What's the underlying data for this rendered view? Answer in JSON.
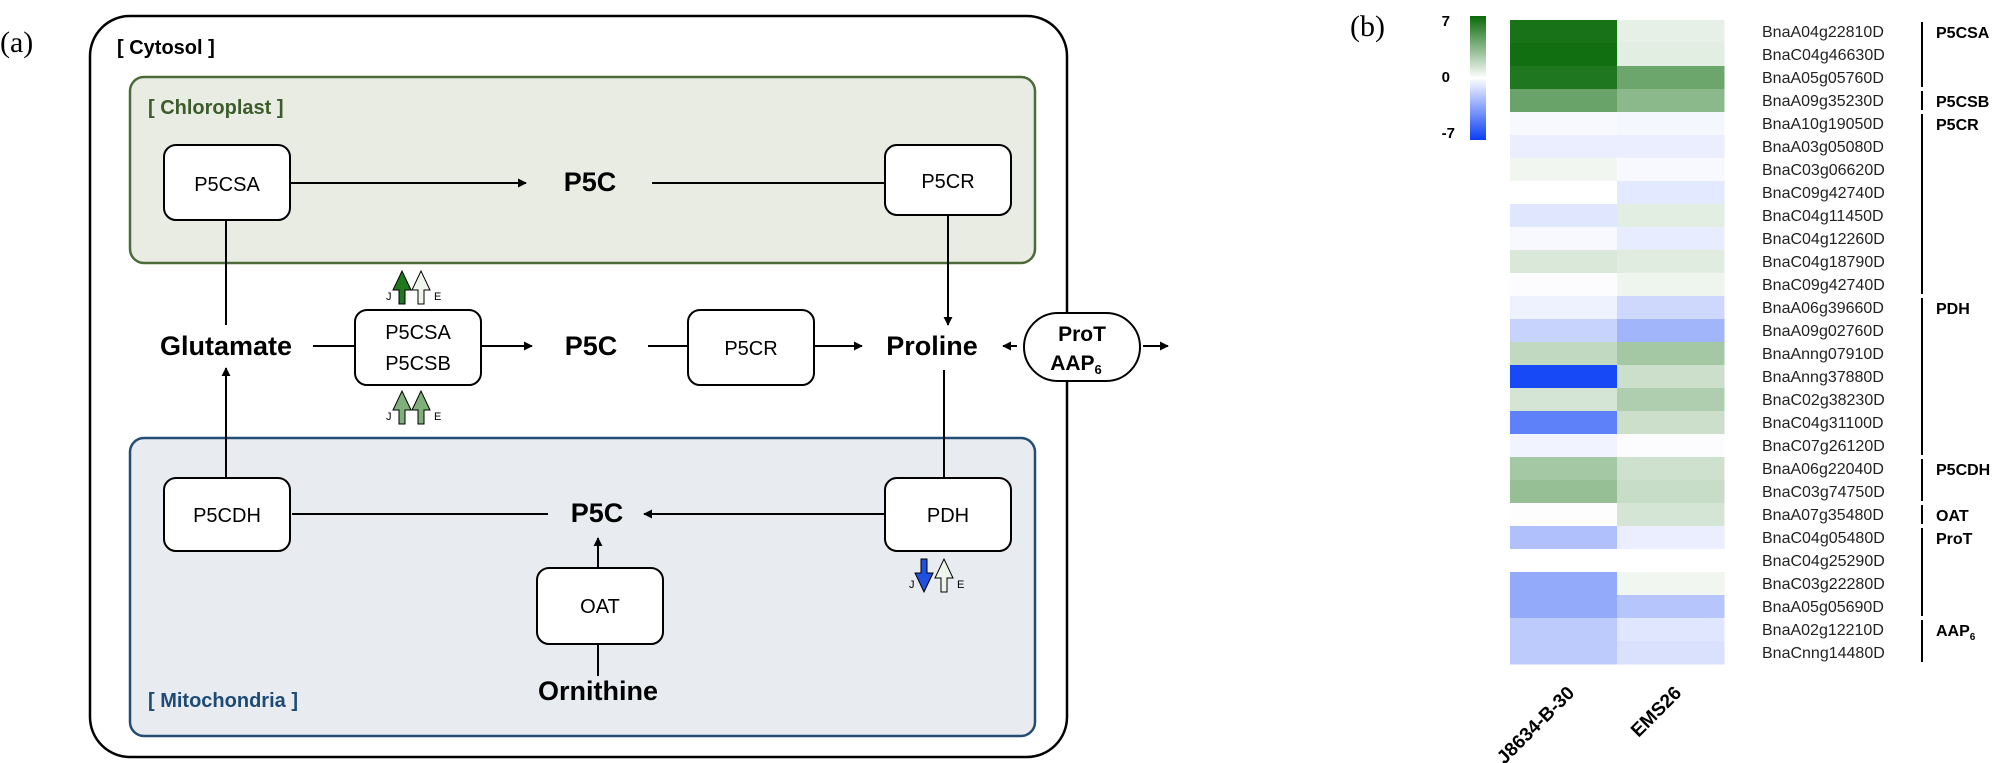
{
  "panel_a": {
    "letter": "(a)",
    "compartments": {
      "cytosol": "[ Cytosol ]",
      "chloroplast": "[ Chloroplast ]",
      "mitochondria": "[ Mitochondria ]"
    },
    "nodes": {
      "chl_p5csa": "P5CSA",
      "chl_p5c": "P5C",
      "chl_p5cr": "P5CR",
      "glutamate": "Glutamate",
      "cyt_p5csa": "P5CSA",
      "cyt_p5csb": "P5CSB",
      "cyt_p5c": "P5C",
      "cyt_p5cr": "P5CR",
      "proline": "Proline",
      "prot": "ProT",
      "aap": "AAP",
      "aap_sub": "6",
      "mit_p5cdh": "P5CDH",
      "mit_p5c": "P5C",
      "mit_pdh": "PDH",
      "oat": "OAT",
      "ornithine": "Ornithine"
    },
    "arrow_labels": {
      "j": "J",
      "e": "E"
    },
    "regulation": [
      {
        "gene": "P5CSA",
        "J": "up-strong",
        "E": "up-light"
      },
      {
        "gene": "P5CSB",
        "J": "up-medium",
        "E": "up-medium"
      },
      {
        "gene": "PDH",
        "J": "down-blue",
        "E": "up-light"
      }
    ],
    "colors": {
      "chloroplast_fill": "#e8ece2",
      "chloroplast_border": "#4c6a3a",
      "chloroplast_text": "#3d5c2c",
      "mito_fill": "#e8ecf0",
      "mito_border": "#244d74",
      "mito_text": "#1e4a76",
      "up_strong": "#1f7a1f",
      "up_medium": "#7fb07a",
      "up_light": "#eef5ea",
      "down_blue": "#2050e0"
    }
  },
  "panel_b": {
    "letter": "(b)",
    "scale": {
      "max": "7",
      "mid": "0",
      "min": "-7"
    },
    "samples": [
      "J8634-B-30",
      "EMS26"
    ],
    "rows": [
      {
        "gene": "BnaA04g22810D",
        "v": [
          6.6,
          0.7
        ]
      },
      {
        "gene": "BnaC04g46630D",
        "v": [
          6.8,
          0.8
        ]
      },
      {
        "gene": "BnaA05g05760D",
        "v": [
          6.4,
          4.2
        ]
      },
      {
        "gene": "BnaA09g35230D",
        "v": [
          4.3,
          3.3
        ]
      },
      {
        "gene": "BnaA10g19050D",
        "v": [
          -0.2,
          -0.3
        ]
      },
      {
        "gene": "BnaA03g05080D",
        "v": [
          -0.6,
          -0.6
        ]
      },
      {
        "gene": "BnaC03g06620D",
        "v": [
          0.4,
          -0.2
        ]
      },
      {
        "gene": "BnaC09g42740D",
        "v": [
          0.0,
          -0.8
        ]
      },
      {
        "gene": "BnaC04g11450D",
        "v": [
          -0.9,
          0.8
        ]
      },
      {
        "gene": "BnaC04g12260D",
        "v": [
          -0.2,
          -0.7
        ]
      },
      {
        "gene": "BnaC04g18790D",
        "v": [
          1.1,
          0.9
        ]
      },
      {
        "gene": "BnaC09g42740D",
        "v": [
          -0.1,
          0.5
        ]
      },
      {
        "gene": "BnaA06g39660D",
        "v": [
          -0.5,
          -1.4
        ]
      },
      {
        "gene": "BnaA09g02760D",
        "v": [
          -1.6,
          -2.7
        ]
      },
      {
        "gene": "BnaAnng07910D",
        "v": [
          1.8,
          2.6
        ]
      },
      {
        "gene": "BnaAnng37880D",
        "v": [
          -6.6,
          1.5
        ]
      },
      {
        "gene": "BnaC02g38230D",
        "v": [
          1.2,
          2.3
        ]
      },
      {
        "gene": "BnaC04g31100D",
        "v": [
          -4.6,
          1.5
        ]
      },
      {
        "gene": "BnaC07g26120D",
        "v": [
          -0.4,
          -0.1
        ]
      },
      {
        "gene": "BnaA06g22040D",
        "v": [
          2.6,
          1.4
        ]
      },
      {
        "gene": "BnaC03g74750D",
        "v": [
          3.0,
          1.6
        ]
      },
      {
        "gene": "BnaA07g35480D",
        "v": [
          0.1,
          1.2
        ]
      },
      {
        "gene": "BnaC04g05480D",
        "v": [
          -2.3,
          -0.6
        ]
      },
      {
        "gene": "BnaC04g25290D",
        "v": [
          0.0,
          0.0
        ]
      },
      {
        "gene": "BnaC03g22280D",
        "v": [
          -3.1,
          0.4
        ]
      },
      {
        "gene": "BnaA05g05690D",
        "v": [
          -3.1,
          -2.1
        ]
      },
      {
        "gene": "BnaA02g12210D",
        "v": [
          -1.9,
          -0.9
        ]
      },
      {
        "gene": "BnaCnng14480D",
        "v": [
          -1.9,
          -1.1
        ]
      }
    ],
    "groups": [
      {
        "label": "P5CSA",
        "start": 0,
        "end": 2
      },
      {
        "label": "P5CSB",
        "start": 3,
        "end": 3
      },
      {
        "label": "P5CR",
        "start": 4,
        "end": 11
      },
      {
        "label": "PDH",
        "start": 12,
        "end": 18
      },
      {
        "label": "P5CDH",
        "start": 19,
        "end": 20
      },
      {
        "label": "OAT",
        "start": 21,
        "end": 21
      },
      {
        "label": "ProT",
        "start": 22,
        "end": 25
      },
      {
        "label": "AAP",
        "label_sub": "6",
        "start": 26,
        "end": 27
      }
    ],
    "colors": {
      "high": "#0a6a0a",
      "mid": "#ffffff",
      "low": "#0a3ef5"
    }
  }
}
